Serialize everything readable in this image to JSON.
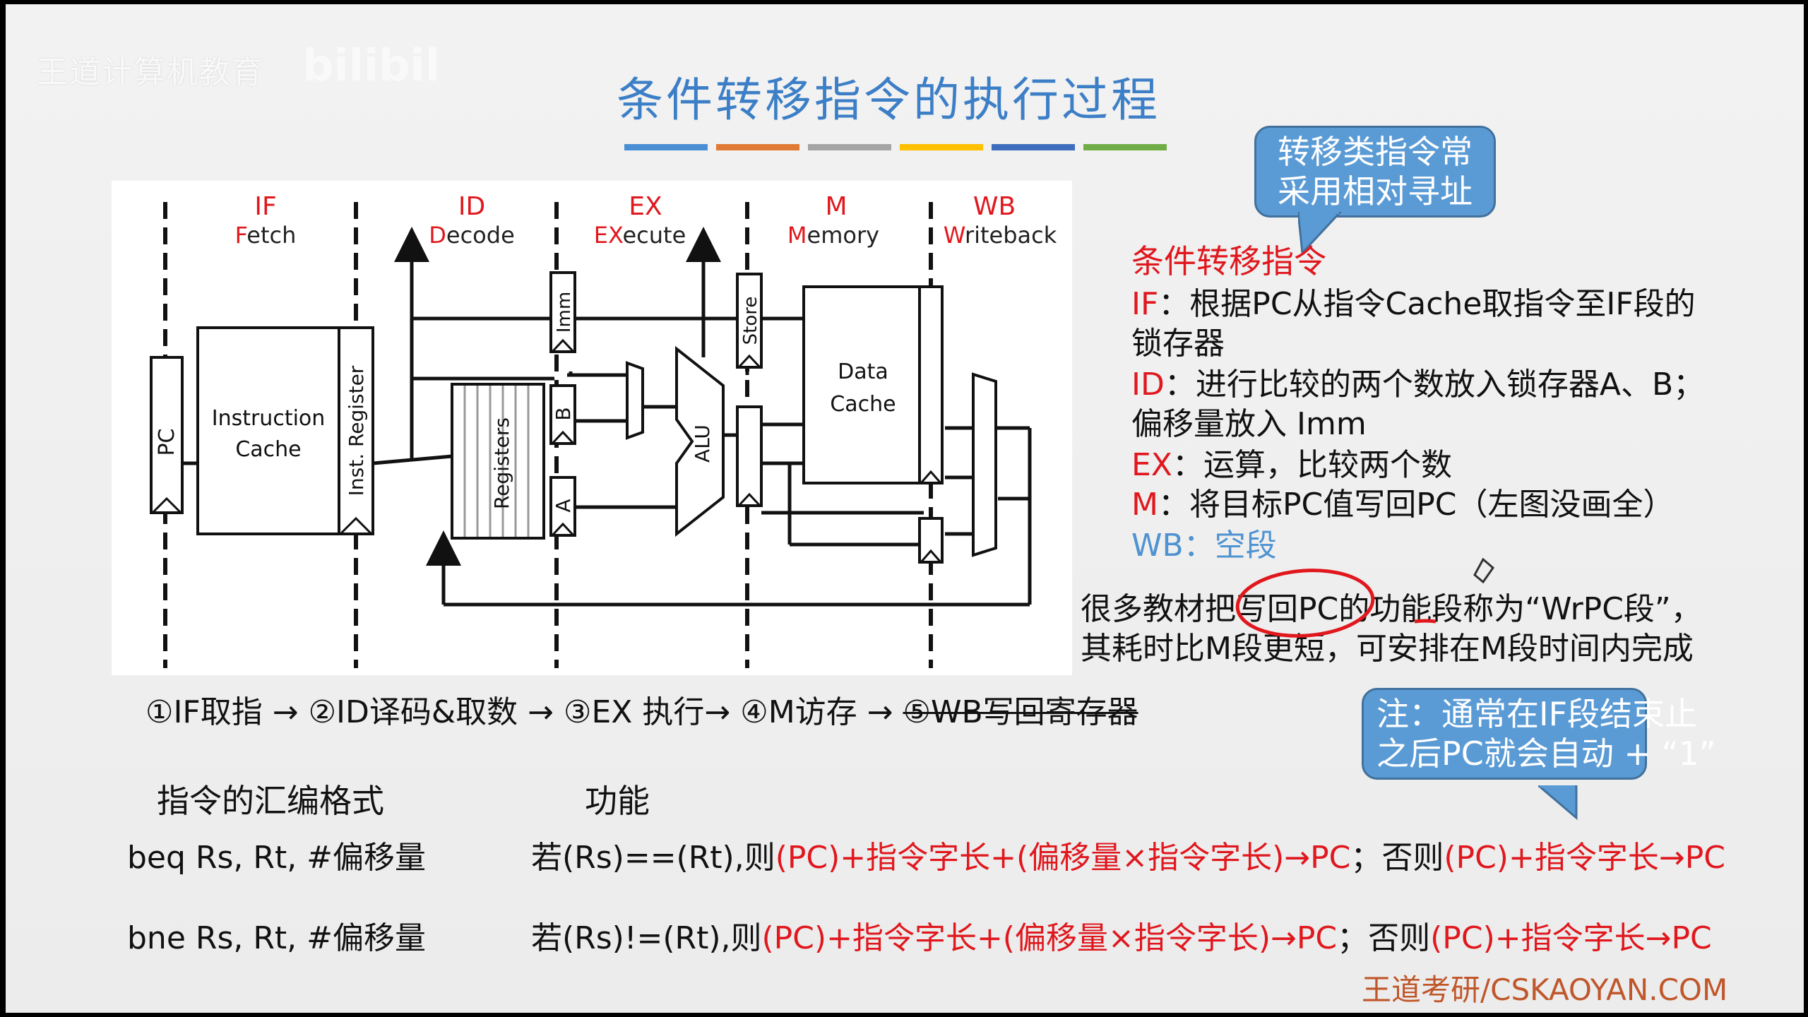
{
  "watermark": "王道计算机教育",
  "watermark_logo": "bilibili",
  "title": "条件转移指令的执行过程",
  "colorbar": [
    "#4a8fd4",
    "#e07a35",
    "#a5a5a5",
    "#ffc000",
    "#3e6dbd",
    "#70ad47"
  ],
  "callout_top": [
    "转移类指令常",
    "采用相对寻址"
  ],
  "callout_bottom": [
    "注：通常在IF段结束止",
    "之后PC就会自动 + “1”"
  ],
  "diagram": {
    "stages": [
      {
        "abbr": "IF",
        "name": "Fetch",
        "lead": "F",
        "rest": "etch"
      },
      {
        "abbr": "ID",
        "name": "Decode",
        "lead": "D",
        "rest": "ecode"
      },
      {
        "abbr": "EX",
        "name": "EXecute",
        "lead": "EX",
        "rest": "ecute"
      },
      {
        "abbr": "M",
        "name": "Memory",
        "lead": "M",
        "rest": "emory"
      },
      {
        "abbr": "WB",
        "name": "Writeback",
        "lead": "W",
        "rest": "riteback"
      }
    ],
    "labels": {
      "pc": "PC",
      "icache_line1": "Instruction",
      "icache_line2": "Cache",
      "inst_reg": "Inst. Register",
      "registers": "Registers",
      "imm": "Imm",
      "b": "B",
      "a": "A",
      "alu": "ALU",
      "store": "Store",
      "dcache_line1": "Data",
      "dcache_line2": "Cache"
    }
  },
  "side": {
    "heading": "条件转移指令",
    "if_label": "IF",
    "if_text_1": "：根据PC从指令Cache取指令至IF段的",
    "if_text_2": "锁存器",
    "id_label": "ID",
    "id_text_1": "：进行比较的两个数放入锁存器A、B；",
    "id_text_2": "偏移量放入 Imm",
    "ex_label": "EX",
    "ex_text": "：运算，比较两个数",
    "m_label": "M",
    "m_text": "：将目标PC值写回PC（左图没画全）",
    "wb_label": "WB",
    "wb_text": "：空段"
  },
  "note": {
    "line1": "很多教材把写回PC的功能段称为“WrPC段”，",
    "line2": "其耗时比M段更短，可安排在M段时间内完成"
  },
  "flow": {
    "main": "①IF取指 → ②ID译码&取数 → ③EX 执行→ ④M访存 → ",
    "struck": "⑤WB写回寄存器"
  },
  "table": {
    "col1_header": "指令的汇编格式",
    "col2_header": "功能",
    "rows": [
      {
        "asm": "beq Rs, Rt, #偏移量",
        "cond": "若(Rs)==(Rt),则",
        "then": "(PC)+指令字长+(偏移量×指令字长)→PC",
        "sep": "；否则",
        "else": "(PC)+指令字长→PC"
      },
      {
        "asm": "bne Rs, Rt, #偏移量",
        "cond": "若(Rs)!=(Rt),则",
        "then": "(PC)+指令字长+(偏移量×指令字长)→PC",
        "sep": "；否则",
        "else": "(PC)+指令字长→PC"
      }
    ]
  },
  "footer": "王道考研/CSKAOYAN.COM"
}
